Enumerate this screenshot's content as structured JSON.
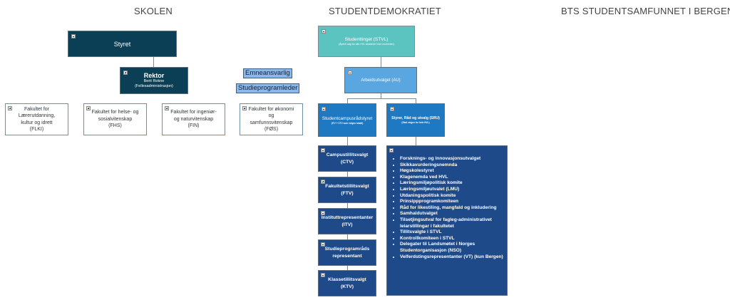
{
  "sections": {
    "skolen": "SKOLEN",
    "studentdemokratiet": "STUDENTDEMOKRATIET",
    "bts": "BTS STUDENTSAMFUNNET I BERGEN"
  },
  "skolen": {
    "styret": {
      "title": "Styret"
    },
    "rektor": {
      "title": "Rektor",
      "name": "Berit Rokne",
      "unit": "(Fellesadministrasjon)"
    },
    "tags": [
      "Emneansvarlig",
      "Studieprogramleder"
    ],
    "fakulteter": [
      {
        "lines": [
          "Fakultet for",
          "Lærerutdanning,",
          "kultur og idrett",
          "(FLKI)"
        ]
      },
      {
        "lines": [
          "Fakultet for helse- og",
          "sosialvitenskap",
          "(FHS)"
        ]
      },
      {
        "lines": [
          "Fakultet for ingeniør-",
          "og naturvitenskap",
          "(FIN)"
        ]
      },
      {
        "lines": [
          "Fakultet for økonomi",
          "og",
          "samfunnsvitenskap",
          "(FØS)"
        ]
      }
    ]
  },
  "studentdemokratiet": {
    "stvl": {
      "title": "Studenttinget (STVL)",
      "subtitle": "(Åpent valg for alle HVL studenter hver november)"
    },
    "au": {
      "title": "Arbeidsutvalget (AU)"
    },
    "scs": {
      "title": "Studentcampusrådstyret",
      "subtitle": "(ITV + CTV som velges lokalt)"
    },
    "sru": {
      "title": "Styrer, Råd og utvalg (SRU)",
      "subtitle": "(Skal velges for hele HVL)"
    },
    "levels": [
      {
        "lines": [
          "Campustillitsvalgt",
          "(CTV)"
        ]
      },
      {
        "lines": [
          "Fakultetstillitsvalgt",
          "(FTV)"
        ]
      },
      {
        "lines": [
          "Instituttrepresentanter",
          "(ITV)"
        ]
      },
      {
        "lines": [
          "Studieprogramråds",
          "representant"
        ]
      },
      {
        "lines": [
          "Klassetillitsvalgt",
          "(KTV)"
        ]
      }
    ],
    "committees": [
      "Forsknings- og innovasjonsutvalget",
      "Skikkavurderingsnemnda",
      "Høgskolestyret",
      "Klagenemda ved HVL",
      "Læringsmiljøpolitisk komite",
      "Læringsmiljøutvalet (LMU)",
      "Utdaningspolitisk komite",
      "Prinsippprogramkomiteen",
      "Råd for likestiling, mangfald og inkludering",
      "Samhaldutvalget",
      "Tilsetjingsutval for fagleg-administrativet leiarstillingar i fakultetet",
      "Tillitsvalgte i STVL",
      "Kontrollkomiteen i STVL",
      "Delegater til Landsmøtet i Norges Studentorganisasjon (NSO)",
      "Velferdstingsrepresentanter (VT) (kun Bergen)"
    ]
  }
}
